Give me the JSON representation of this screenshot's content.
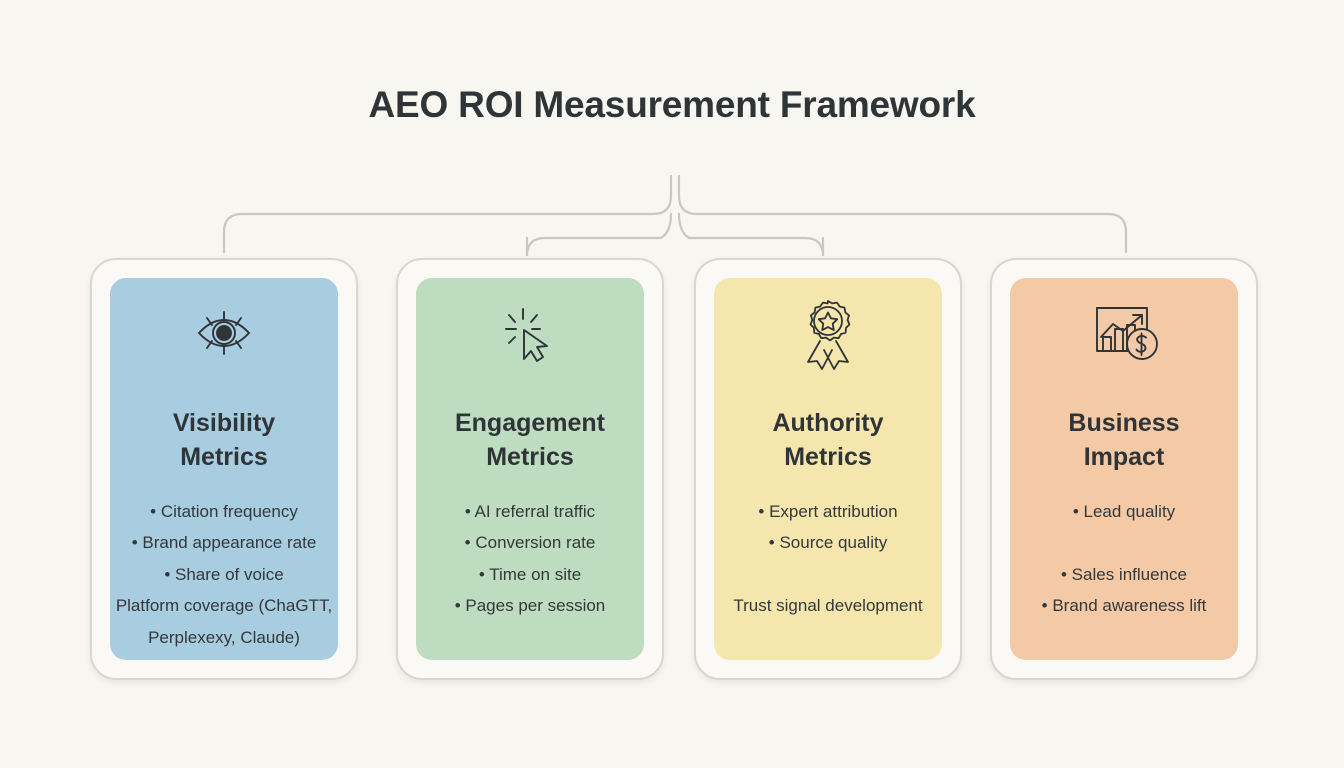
{
  "diagram": {
    "title": "AEO ROI Measurement Framework",
    "background_color": "#f7f6f1",
    "connector_color": "#c9c7c1",
    "cards": [
      {
        "id": "visibility-metrics",
        "title_line_1": "Visibility",
        "title_line_2": "Metrics",
        "icon": "eye-visibility-icon",
        "color": "#a8cce0",
        "items": [
          "• Citation frequency",
          "• Brand appearance rate",
          "• Share of voice",
          "Platform coverage (ChaGTT, Perplexexy, Claude)"
        ]
      },
      {
        "id": "engagement-metrics",
        "title_line_1": "Engagement",
        "title_line_2": "Metrics",
        "icon": "click-cursor-icon",
        "color": "#bddcc0",
        "items": [
          "• AI referral traffic",
          "• Conversion rate",
          "• Time on site",
          "• Pages per session"
        ]
      },
      {
        "id": "authority-metrics",
        "title_line_1": "Authority",
        "title_line_2": "Metrics",
        "icon": "award-ribbon-icon",
        "color": "#f5e6ae",
        "items": [
          "• Expert attribution",
          "• Source quality",
          "",
          "Trust signal development"
        ]
      },
      {
        "id": "business-impact",
        "title_line_1": "Business",
        "title_line_2": "Impact",
        "icon": "growth-chart-dollar-icon",
        "color": "#f4c9a5",
        "items": [
          "• Lead quality",
          "",
          "• Sales influence",
          "• Brand awareness lift"
        ]
      }
    ]
  }
}
